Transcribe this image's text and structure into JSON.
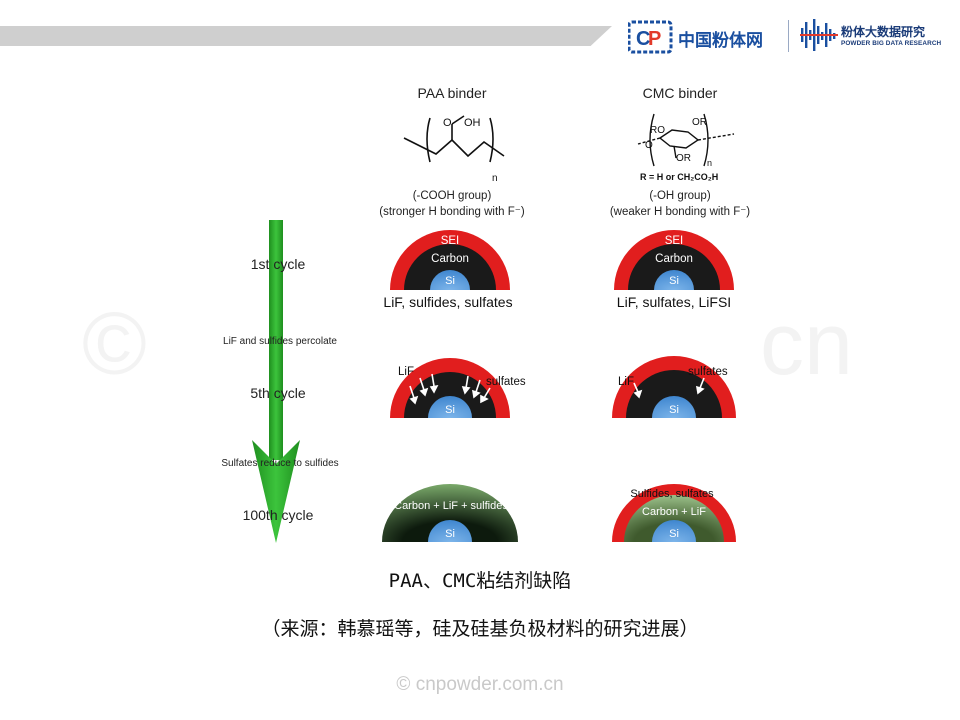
{
  "header": {
    "logo_cn_name": "中国粉体网",
    "logo_pbdr_cn": "粉体大数据研究",
    "logo_pbdr_en": "POWDER BIG DATA RESEARCH"
  },
  "figure": {
    "left_column": {
      "binder_title": "PAA binder",
      "group_line1": "(-COOH group)",
      "group_line2": "(stronger H bonding with F⁻)",
      "chem_cooh": "O",
      "chem_oh": "OH",
      "chem_n": "n",
      "stage1_products": "LiF, sulfides, sulfates",
      "stage2_label_lif": "LiF",
      "stage2_label_sulfates": "sulfates",
      "stage3_label": "Carbon + LiF + sulfides"
    },
    "right_column": {
      "binder_title": "CMC binder",
      "group_line1": "(-OH group)",
      "group_line2": "(weaker H bonding with F⁻)",
      "chem_ro": "RO",
      "chem_or1": "OR",
      "chem_o": "O",
      "chem_or2": "OR",
      "chem_n": "n",
      "chem_r_def": "R = H  or  CH₂CO₂H",
      "stage1_products": "LiF, sulfates, LiFSI",
      "stage2_label_lif": "LiF",
      "stage2_label_sulfates": "sulfates",
      "stage3_top": "Sulfides, sulfates",
      "stage3_mid": "Carbon + LiF"
    },
    "layers": {
      "sei": "SEI",
      "carbon": "Carbon",
      "si": "Si"
    },
    "timeline": {
      "cycle1": "1st cycle",
      "transition1": "LiF and sulfides percolate",
      "cycle5": "5th cycle",
      "transition2": "Sulfates reduce to sulfides",
      "cycle100": "100th cycle"
    },
    "colors": {
      "sei_red": "#e11e1e",
      "carbon_black": "#1a1a1a",
      "si_blue": "#4f94d6",
      "arrow_green": "#2aa52a"
    }
  },
  "caption": {
    "title": "PAA、CMC粘结剂缺陷",
    "source": "（来源：韩慕瑶等，硅及硅基负极材料的研究进展）"
  },
  "watermark": {
    "big_left": "©",
    "big_right": "cn",
    "footer": "© cnpowder.com.cn"
  }
}
